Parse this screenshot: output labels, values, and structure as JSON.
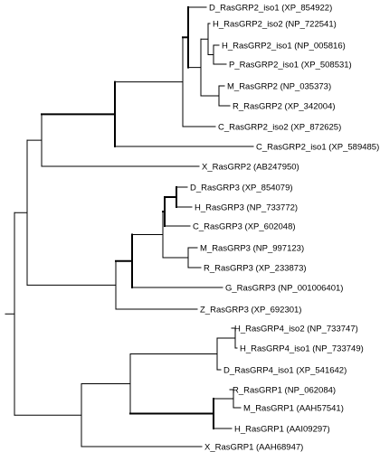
{
  "leaves": [
    {
      "id": "l1",
      "label": "D_RasGRP2_iso1 (XP_854922)"
    },
    {
      "id": "l2",
      "label": "H_RasGRP2_iso2 (NP_722541)"
    },
    {
      "id": "l3",
      "label": "H_RasGRP2_iso1 (NP_005816)"
    },
    {
      "id": "l4",
      "label": "P_RasGRP2_iso1 (XP_508531)"
    },
    {
      "id": "l5",
      "label": "M_RasGRP2 (NP_035373)"
    },
    {
      "id": "l6",
      "label": "R_RasGRP2 (XP_342004)"
    },
    {
      "id": "l7",
      "label": "C_RasGRP2_iso2 (XP_872625)"
    },
    {
      "id": "l8",
      "label": "C_RasGRP2_iso1 (XP_589485)"
    },
    {
      "id": "l9",
      "label": "X_RasGRP2 (AB247950)"
    },
    {
      "id": "l10",
      "label": "D_RasGRP3 (XP_854079)"
    },
    {
      "id": "l11",
      "label": "H_RasGRP3 (NP_733772)"
    },
    {
      "id": "l12",
      "label": "C_RasGRP3 (XP_602048)"
    },
    {
      "id": "l13",
      "label": "M_RasGRP3 (NP_997123)"
    },
    {
      "id": "l14",
      "label": "R_RasGRP3 (XP_233873)"
    },
    {
      "id": "l15",
      "label": "G_RasGRP3 (NP_001006401)"
    },
    {
      "id": "l16",
      "label": "Z_RasGRP3 (XP_692301)"
    },
    {
      "id": "l17",
      "label": "H_RasGRP4_iso2 (NP_733747)"
    },
    {
      "id": "l18",
      "label": "H_RasGRP4_iso1 (NP_733749)"
    },
    {
      "id": "l19",
      "label": "D_RasGRP4_iso1 (XP_541642)"
    },
    {
      "id": "l20",
      "label": "R_RasGRP1 (NP_062084)"
    },
    {
      "id": "l21",
      "label": "M_RasGRP1 (AAH57541)"
    },
    {
      "id": "l22",
      "label": "H_RasGRP1 (AAI09297)"
    },
    {
      "id": "l23",
      "label": "X_RasGRP1 (AAH68947)"
    }
  ],
  "colors": {
    "line": "#000000",
    "text": "#000000",
    "background": "#ffffff"
  }
}
